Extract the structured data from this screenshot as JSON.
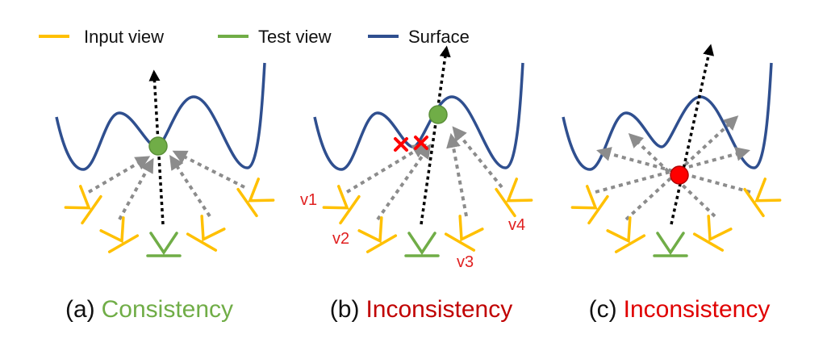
{
  "legend": {
    "input_view": "Input view",
    "test_view": "Test view",
    "surface": "Surface"
  },
  "panels": [
    {
      "prefix": "(a)",
      "word": "Consistency",
      "word_color": "#70AD47"
    },
    {
      "prefix": "(b)",
      "word": "Inconsistency",
      "word_color": "#C00000"
    },
    {
      "prefix": "(c)",
      "word": "Inconsistency",
      "word_color": "#E00000"
    }
  ],
  "view_labels": [
    "v1",
    "v2",
    "v3",
    "v4"
  ],
  "colors": {
    "input_view": "#FFC000",
    "test_view": "#70AD47",
    "surface": "#2F4F8F",
    "ray": "#8C8C8C",
    "test_ray": "#000000",
    "point_consistent": "#70AD47",
    "point_inconsistent": "#FF0000",
    "cross": "#FF0000",
    "label_red": "#E02020"
  }
}
